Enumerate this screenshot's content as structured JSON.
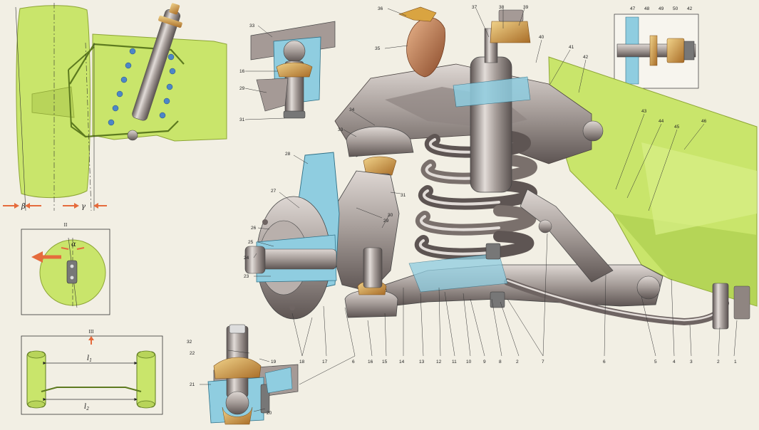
{
  "colors": {
    "frame_green": "#c9e56b",
    "frame_green_dark": "#a9c94a",
    "metal": "#a59a96",
    "metal_dark": "#6e6462",
    "metal_light": "#d6cfcb",
    "section_blue": "#8fcde0",
    "brass": "#d9a441",
    "arrow_orange": "#e56b3c",
    "paper": "#f2efe4"
  },
  "insets": {
    "view_II": "II",
    "view_III": "III",
    "angle_beta": "β",
    "angle_gamma": "γ",
    "angle_alpha": "α",
    "length_l1": "l",
    "length_l1_sub": "1",
    "length_l2": "l",
    "length_l2_sub": "2"
  },
  "callouts": {
    "c1": "1",
    "c2": "2",
    "c3": "3",
    "c4": "4",
    "c5": "5",
    "c6": "6",
    "c7": "7",
    "c8": "8",
    "c9": "9",
    "c10": "10",
    "c11": "11",
    "c12": "12",
    "c13": "13",
    "c14": "14",
    "c15": "15",
    "c16": "16",
    "c17": "17",
    "c18": "18",
    "c19": "19",
    "c20": "20",
    "c21": "21",
    "c22": "22",
    "c23": "23",
    "c24": "24",
    "c25": "25",
    "c26": "26",
    "c27": "27",
    "c28": "28",
    "c29": "29",
    "c30": "30",
    "c31": "31",
    "c32": "32",
    "c33": "33",
    "c34": "34",
    "c35": "35",
    "c36": "36",
    "c37": "37",
    "c38": "38",
    "c39": "39",
    "c40": "40",
    "c41": "41",
    "c42": "42",
    "c43": "43",
    "c44": "44",
    "c45": "45",
    "c46": "46",
    "c47": "47",
    "c48": "48",
    "c49": "49",
    "c50": "50"
  }
}
